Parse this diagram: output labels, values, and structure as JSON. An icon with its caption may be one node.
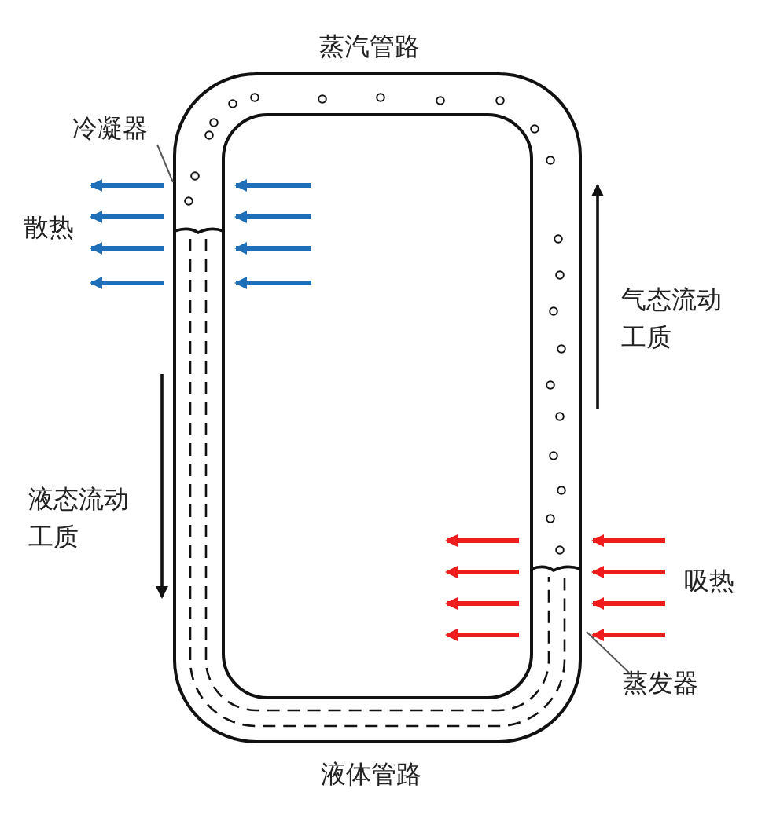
{
  "diagram": {
    "nodes": [
      {
        "text": [
          "冷凝器"
        ]
      },
      {
        "text": [
          "蒸发器"
        ]
      }
    ],
    "edges": [
      {
        "from": 0,
        "to": null,
        "arrow": "none"
      },
      {
        "from": 1,
        "to": null,
        "arrow": "none"
      }
    ],
    "labels": [
      "蒸汽管路",
      "散热",
      "气态流动工质",
      "液态流动工质",
      "吸热",
      "液体管路"
    ]
  }
}
